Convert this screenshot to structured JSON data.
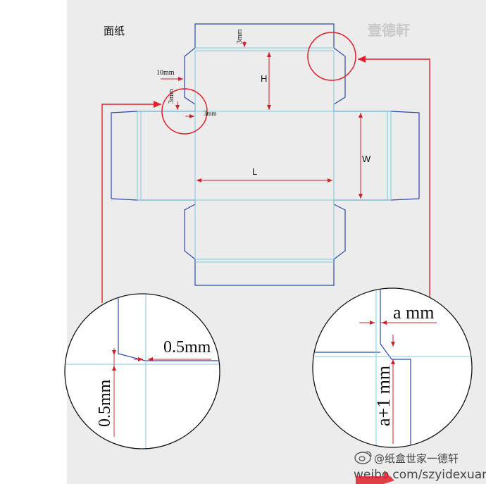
{
  "title": "面纸",
  "logo_text": "壹德軒",
  "labels": {
    "h": "H",
    "w": "W",
    "l": "L",
    "dim_3mm_top": "3mm",
    "dim_10mm": "10mm",
    "dim_3mm_left_v": "3mm",
    "dim_3mm_left_h": "3mm",
    "zoom_left_h": "0.5mm",
    "zoom_left_v": "0.5mm",
    "zoom_right_h": "a mm",
    "zoom_right_v": "a+1 mm"
  },
  "watermark": {
    "account": "@纸盒世家一德轩",
    "url": "weibo.com/szyidexuan"
  },
  "colors": {
    "cut_line": "#2a4aa8",
    "fold_line": "#7ecbe0",
    "dimension": "#d0202a",
    "callout": "#e0202a",
    "background": "#ececec"
  }
}
